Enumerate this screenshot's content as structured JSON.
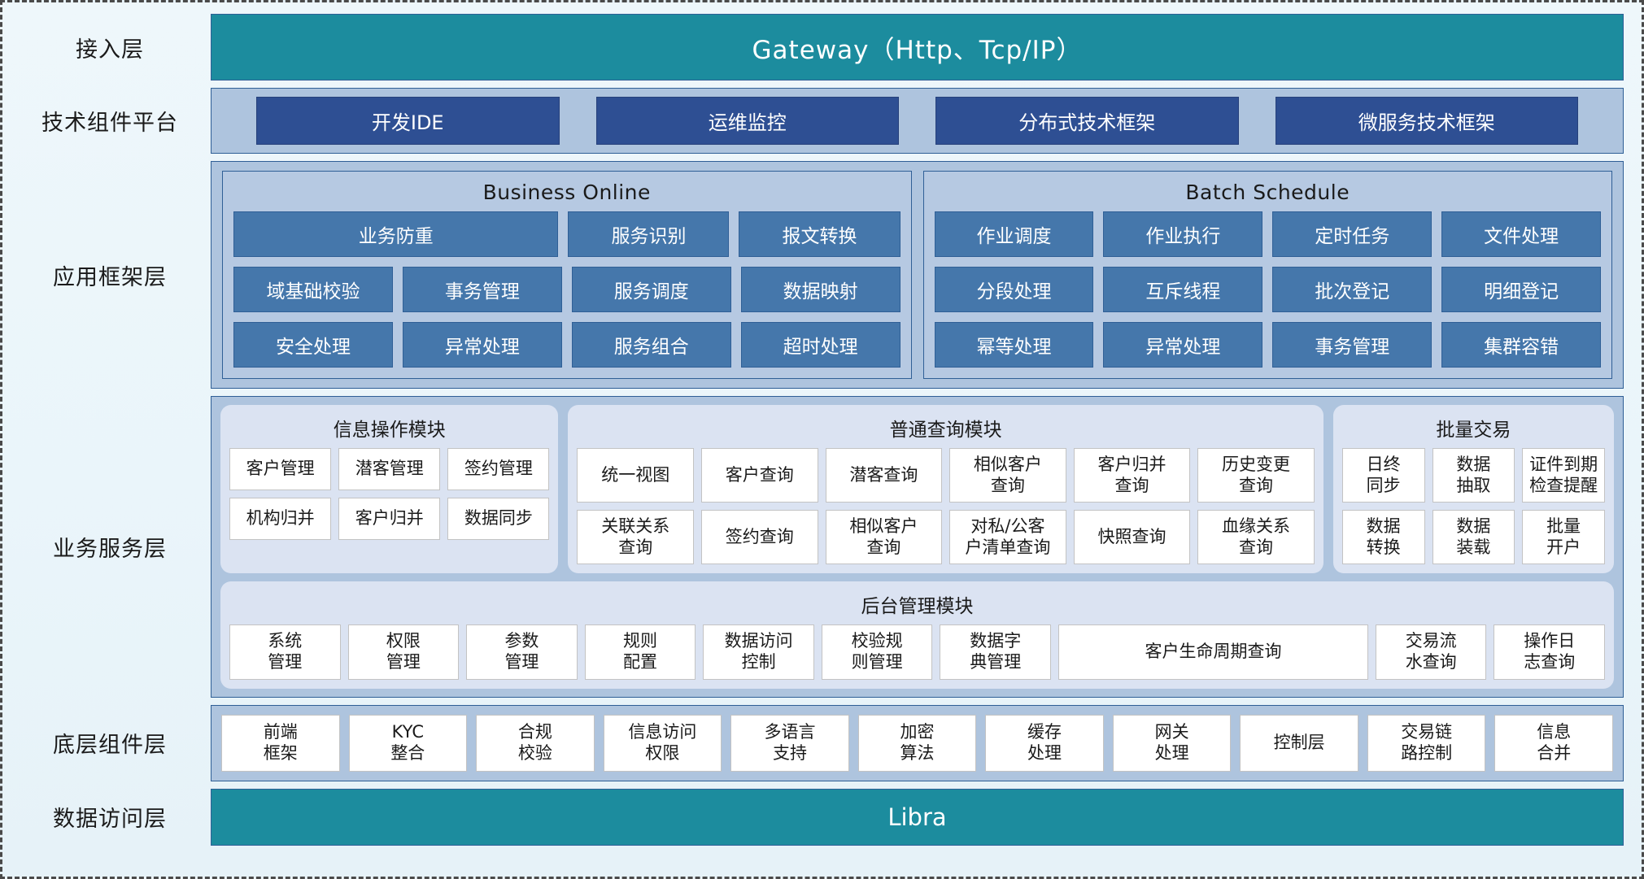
{
  "colors": {
    "teal": "#1c8c9e",
    "band": "#aec4de",
    "framework_cell": "#4577ab",
    "tech_cell": "#2e4f93",
    "panel": "#dbe3f2",
    "white_cell": "#ffffff",
    "border": "#2f5f96"
  },
  "layers": [
    {
      "label": "接入层"
    },
    {
      "label": "技术组件平台"
    },
    {
      "label": "应用框架层"
    },
    {
      "label": "业务服务层"
    },
    {
      "label": "底层组件层"
    },
    {
      "label": "数据访问层"
    }
  ],
  "access_layer": {
    "title": "Gateway（Http、Tcp/IP）"
  },
  "tech_platform": {
    "items": [
      "开发IDE",
      "运维监控",
      "分布式技术框架",
      "微服务技术框架"
    ]
  },
  "app_framework": {
    "groups": [
      {
        "title": "Business Online",
        "rows": [
          [
            {
              "label": "业务防重",
              "span": 2
            },
            {
              "label": "服务识别",
              "span": 1
            },
            {
              "label": "报文转换",
              "span": 1
            }
          ],
          [
            {
              "label": "域基础校验",
              "span": 1
            },
            {
              "label": "事务管理",
              "span": 1
            },
            {
              "label": "服务调度",
              "span": 1
            },
            {
              "label": "数据映射",
              "span": 1
            }
          ],
          [
            {
              "label": "安全处理",
              "span": 1
            },
            {
              "label": "异常处理",
              "span": 1
            },
            {
              "label": "服务组合",
              "span": 1
            },
            {
              "label": "超时处理",
              "span": 1
            }
          ]
        ]
      },
      {
        "title": "Batch Schedule",
        "rows": [
          [
            {
              "label": "作业调度",
              "span": 1
            },
            {
              "label": "作业执行",
              "span": 1
            },
            {
              "label": "定时任务",
              "span": 1
            },
            {
              "label": "文件处理",
              "span": 1
            }
          ],
          [
            {
              "label": "分段处理",
              "span": 1
            },
            {
              "label": "互斥线程",
              "span": 1
            },
            {
              "label": "批次登记",
              "span": 1
            },
            {
              "label": "明细登记",
              "span": 1
            }
          ],
          [
            {
              "label": "幂等处理",
              "span": 1
            },
            {
              "label": "异常处理",
              "span": 1
            },
            {
              "label": "事务管理",
              "span": 1
            },
            {
              "label": "集群容错",
              "span": 1
            }
          ]
        ]
      }
    ]
  },
  "business_service": {
    "top_panels": [
      {
        "title": "信息操作模块",
        "rows": [
          [
            {
              "label": "客户管理"
            },
            {
              "label": "潜客管理"
            },
            {
              "label": "签约管理"
            }
          ],
          [
            {
              "label": "机构归并"
            },
            {
              "label": "客户归并"
            },
            {
              "label": "数据同步"
            }
          ]
        ]
      },
      {
        "title": "普通查询模块",
        "rows": [
          [
            {
              "label": "统一视图"
            },
            {
              "label": "客户查询"
            },
            {
              "label": "潜客查询"
            },
            {
              "label": "相似客户\n查询"
            },
            {
              "label": "客户归并\n查询"
            },
            {
              "label": "历史变更\n查询"
            }
          ],
          [
            {
              "label": "关联关系\n查询"
            },
            {
              "label": "签约查询"
            },
            {
              "label": "相似客户\n查询"
            },
            {
              "label": "对私/公客\n户清单查询"
            },
            {
              "label": "快照查询"
            },
            {
              "label": "血缘关系\n查询"
            }
          ]
        ]
      },
      {
        "title": "批量交易",
        "rows": [
          [
            {
              "label": "日终\n同步"
            },
            {
              "label": "数据\n抽取"
            },
            {
              "label": "证件到期\n检查提醒"
            }
          ],
          [
            {
              "label": "数据\n转换"
            },
            {
              "label": "数据\n装载"
            },
            {
              "label": "批量\n开户"
            }
          ]
        ]
      }
    ],
    "bottom_panel": {
      "title": "后台管理模块",
      "items": [
        {
          "label": "系统\n管理",
          "wide": false
        },
        {
          "label": "权限\n管理",
          "wide": false
        },
        {
          "label": "参数\n管理",
          "wide": false
        },
        {
          "label": "规则\n配置",
          "wide": false
        },
        {
          "label": "数据访问\n控制",
          "wide": false
        },
        {
          "label": "校验规\n则管理",
          "wide": false
        },
        {
          "label": "数据字\n典管理",
          "wide": false
        },
        {
          "label": "客户生命周期查询",
          "wide": true
        },
        {
          "label": "交易流\n水查询",
          "wide": false
        },
        {
          "label": "操作日\n志查询",
          "wide": false
        }
      ]
    }
  },
  "component_layer": {
    "items": [
      {
        "label": "前端\n框架",
        "wide": false
      },
      {
        "label": "KYC\n整合",
        "wide": false
      },
      {
        "label": "合规\n校验",
        "wide": false
      },
      {
        "label": "信息访问\n权限",
        "wide": false
      },
      {
        "label": "多语言\n支持",
        "wide": false
      },
      {
        "label": "加密\n算法",
        "wide": false
      },
      {
        "label": "缓存\n处理",
        "wide": false
      },
      {
        "label": "网关\n处理",
        "wide": false
      },
      {
        "label": "控制层",
        "wide": false
      },
      {
        "label": "交易链\n路控制",
        "wide": false
      },
      {
        "label": "信息\n合并",
        "wide": false
      }
    ]
  },
  "data_access_layer": {
    "title": "Libra"
  }
}
